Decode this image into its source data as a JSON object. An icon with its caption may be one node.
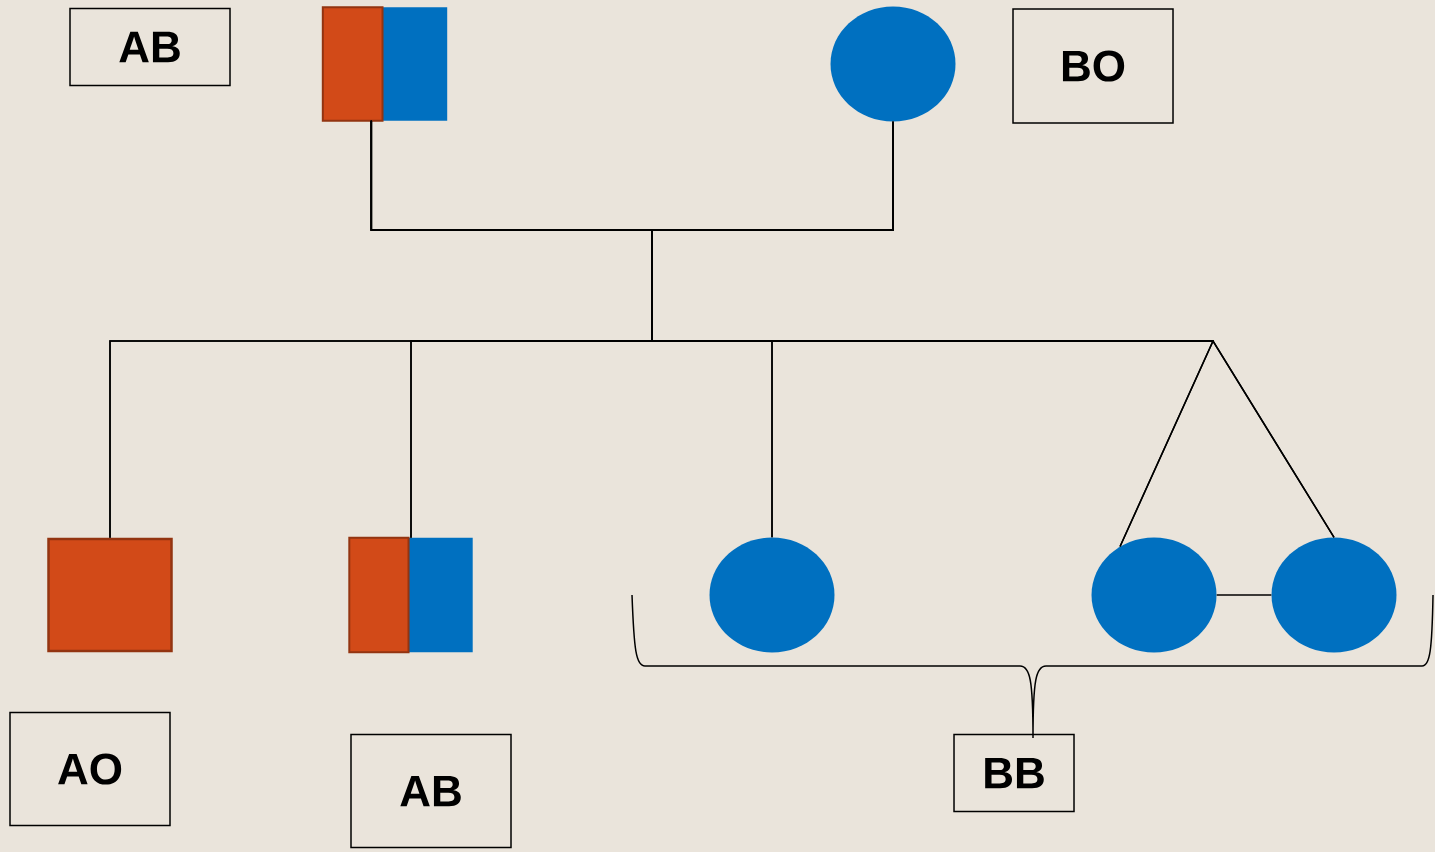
{
  "diagram": {
    "nodes": [
      {
        "text": [
          "AB"
        ]
      },
      {
        "text": [],
        "shape": "box"
      },
      {
        "text": [],
        "shape": "circle"
      },
      {
        "text": [
          "BO"
        ]
      },
      {
        "text": [],
        "shape": "box"
      },
      {
        "text": [],
        "shape": "box"
      },
      {
        "text": [],
        "shape": "circle"
      },
      {
        "text": [],
        "shape": "circle"
      },
      {
        "text": [],
        "shape": "circle"
      },
      {
        "text": [
          "AO"
        ]
      },
      {
        "text": [
          "AB"
        ]
      },
      {
        "text": [
          "BB"
        ]
      }
    ],
    "edges": [
      {
        "from": 1,
        "to": 2,
        "arrow": "none"
      },
      {
        "from": 1,
        "to": 4,
        "arrow": "none"
      },
      {
        "from": 1,
        "to": 5,
        "arrow": "none"
      },
      {
        "from": 1,
        "to": 6,
        "arrow": "none"
      },
      {
        "from": 1,
        "to": 7,
        "arrow": "none"
      },
      {
        "from": 1,
        "to": 8,
        "arrow": "none"
      },
      {
        "from": 2,
        "to": 4,
        "arrow": "none"
      },
      {
        "from": 2,
        "to": 5,
        "arrow": "none"
      },
      {
        "from": 2,
        "to": 6,
        "arrow": "none"
      },
      {
        "from": 2,
        "to": 7,
        "arrow": "none"
      },
      {
        "from": 2,
        "to": 8,
        "arrow": "none"
      },
      {
        "from": 7,
        "to": 8,
        "arrow": "none"
      }
    ]
  }
}
